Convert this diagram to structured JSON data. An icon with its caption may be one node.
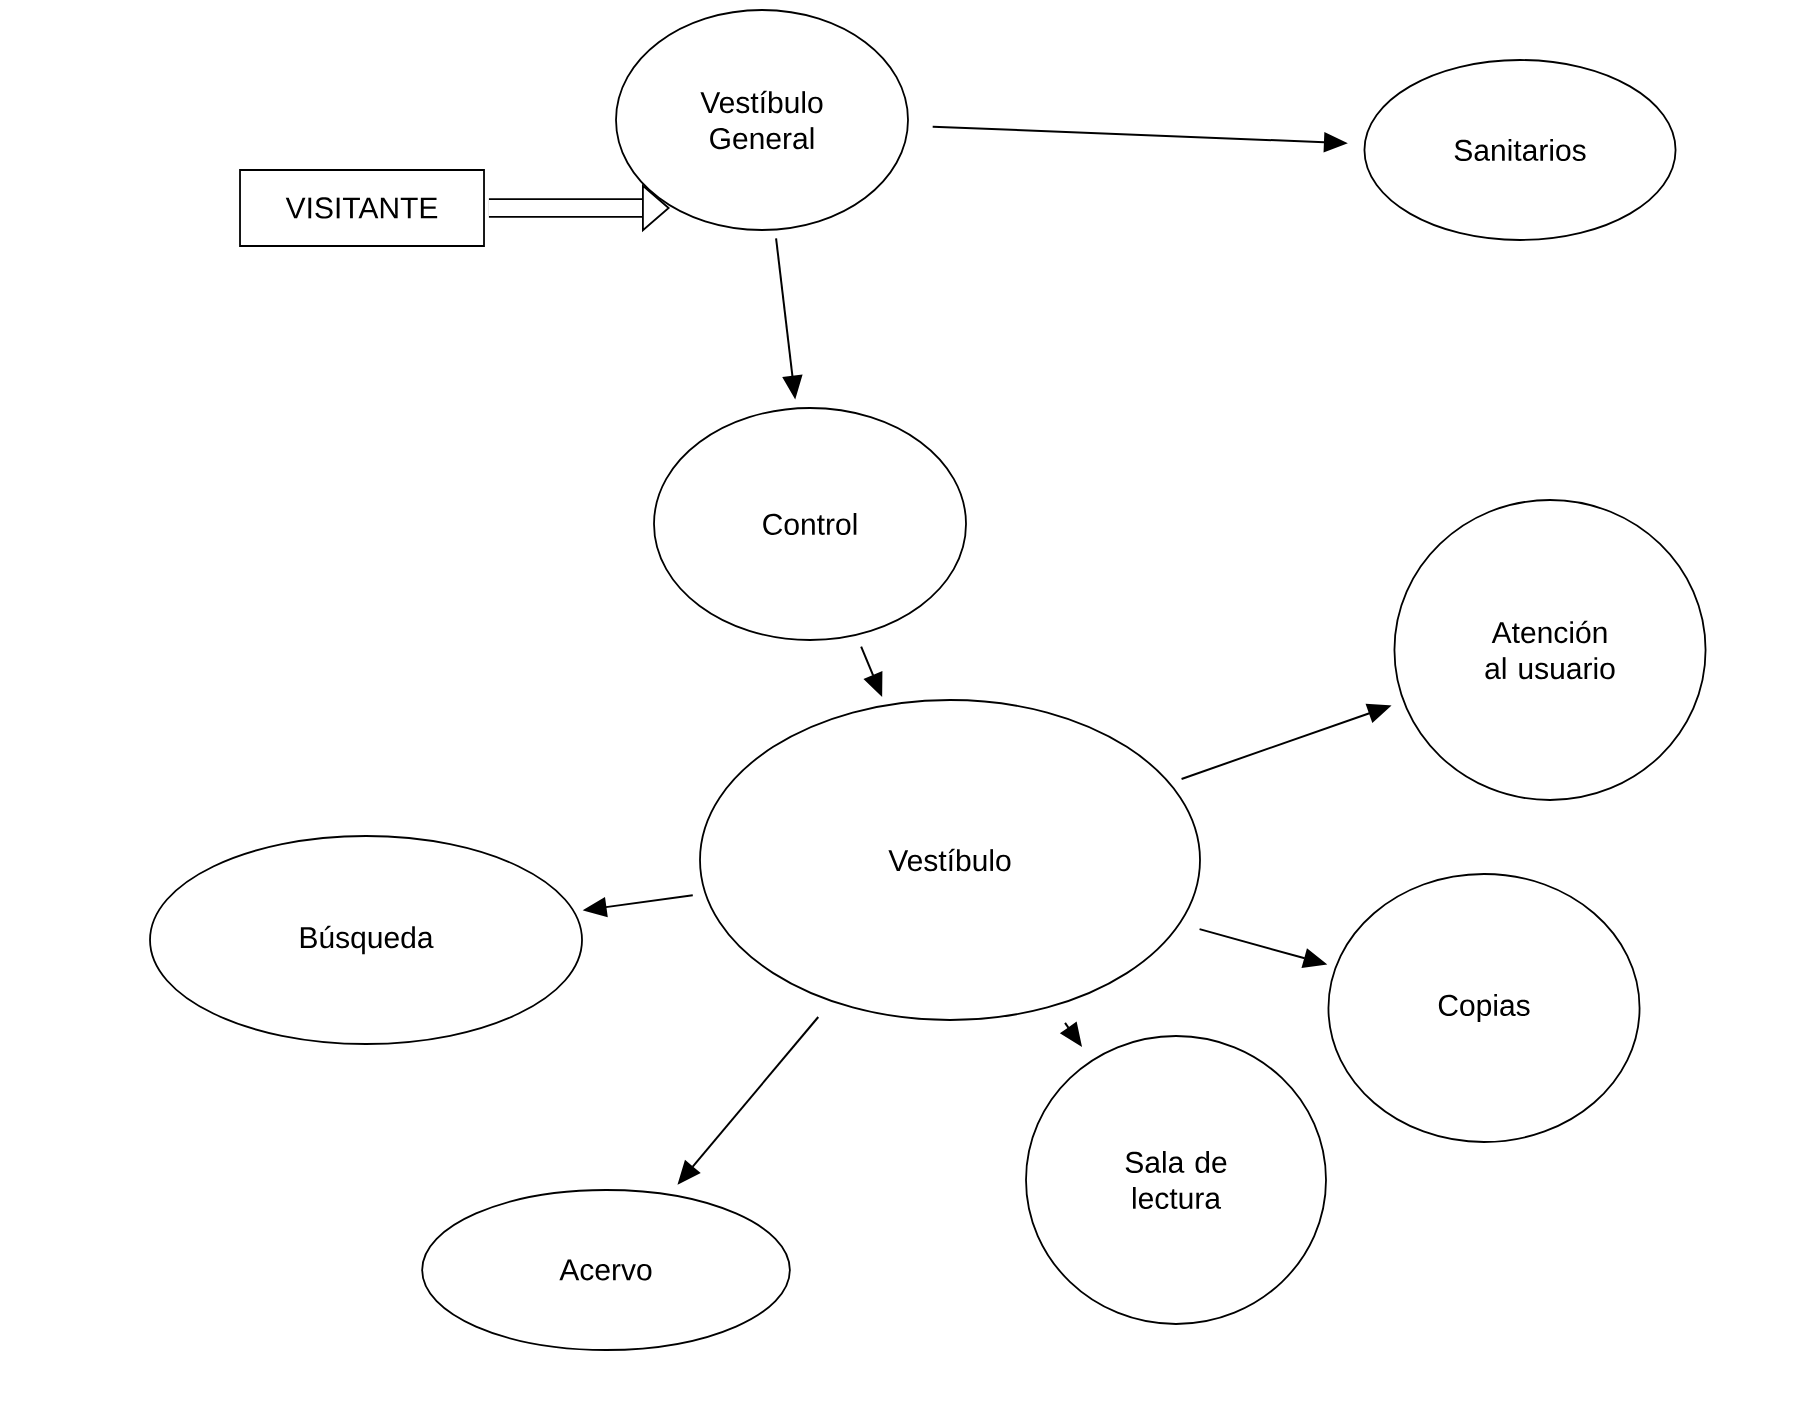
{
  "diagram": {
    "nodes": [
      {
        "text": [
          "VISITANTE"
        ]
      },
      {
        "text": [
          "Vestíbulo General"
        ]
      },
      {
        "text": [
          "Sanitarios"
        ]
      },
      {
        "text": [
          "Control"
        ]
      },
      {
        "text": [
          "Atención al usuario"
        ]
      },
      {
        "text": [
          "Vestíbulo"
        ]
      },
      {
        "text": [
          "Búsqueda"
        ]
      },
      {
        "text": [
          "Copias"
        ]
      },
      {
        "text": [
          "Sala de lectura"
        ]
      },
      {
        "text": [
          "Acervo"
        ]
      }
    ],
    "edges": [
      {
        "from": 0,
        "to": 1,
        "arrow": "to",
        "style": "thick"
      },
      {
        "from": 1,
        "to": 2,
        "arrow": "to"
      },
      {
        "from": 1,
        "to": 3,
        "arrow": "to"
      },
      {
        "from": 3,
        "to": 5,
        "arrow": "to"
      },
      {
        "from": 5,
        "to": 4,
        "arrow": "to"
      },
      {
        "from": 5,
        "to": 6,
        "arrow": "to"
      },
      {
        "from": 5,
        "to": 9,
        "arrow": "to"
      },
      {
        "from": 5,
        "to": 8,
        "arrow": "to"
      },
      {
        "from": 5,
        "to": 7,
        "arrow": "to"
      }
    ]
  }
}
